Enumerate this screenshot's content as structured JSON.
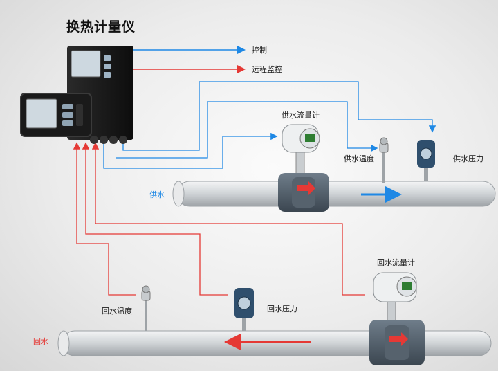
{
  "title": "换热计量仪",
  "outputs": {
    "control": "控制",
    "remote": "远程监控"
  },
  "supply": {
    "pipe_label": "供水",
    "flowmeter_label": "供水流量计",
    "temp_label": "供水温度",
    "pressure_label": "供水压力"
  },
  "return": {
    "pipe_label": "回水",
    "flowmeter_label": "回水流量计",
    "temp_label": "回水温度",
    "pressure_label": "回水压力"
  },
  "colors": {
    "supply_line": "#1e88e5",
    "return_line": "#e53935",
    "pipe": "#cfd3d6"
  }
}
